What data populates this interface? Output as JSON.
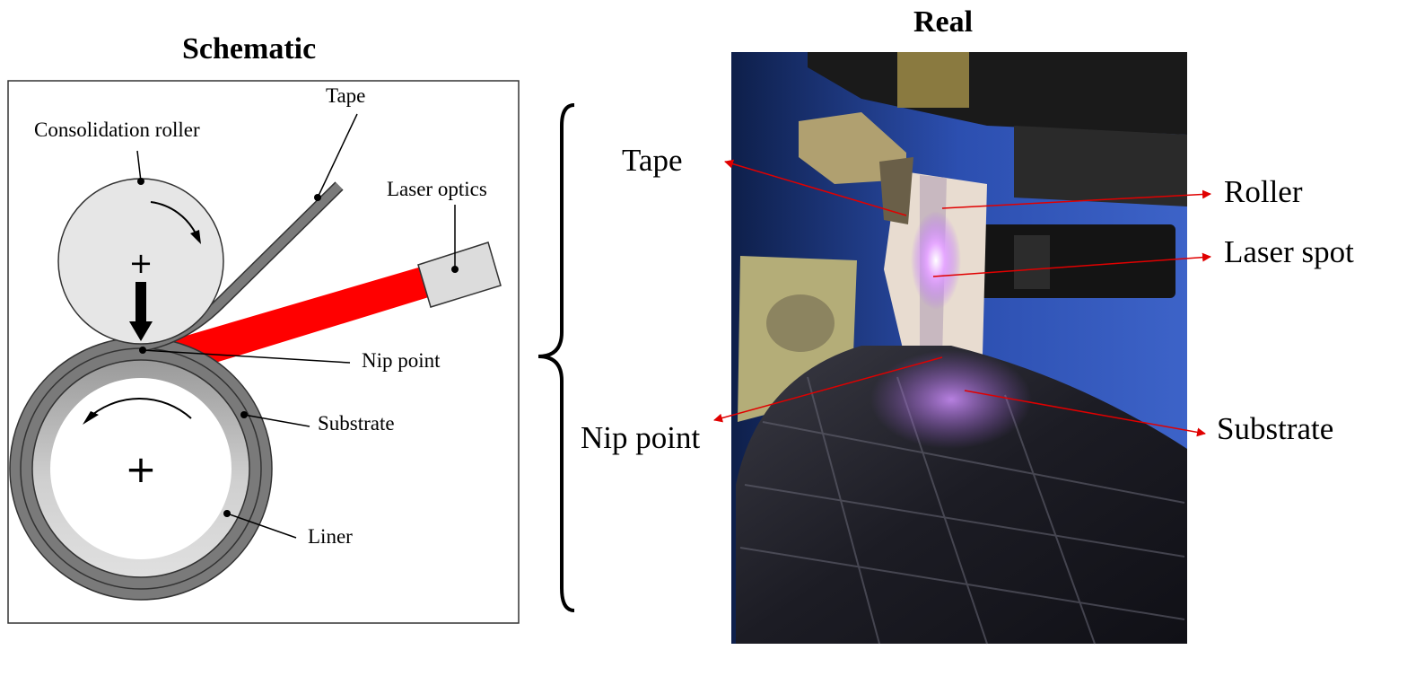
{
  "schematic": {
    "title": "Schematic",
    "labels": {
      "tape": "Tape",
      "roller": "Consolidation roller",
      "laser_optics": "Laser optics",
      "nip_point": "Nip point",
      "substrate": "Substrate",
      "liner": "Liner"
    },
    "colors": {
      "laser": "#ff0000",
      "roller_fill": "#e6e6e6",
      "substrate": "#808080",
      "liner": "#c8c8c8"
    }
  },
  "real": {
    "title": "Real",
    "labels": {
      "tape": "Tape",
      "roller": "Roller",
      "laser_spot": "Laser spot",
      "nip_point": "Nip point",
      "substrate": "Substrate"
    },
    "colors": {
      "arrow": "#e00000"
    }
  }
}
